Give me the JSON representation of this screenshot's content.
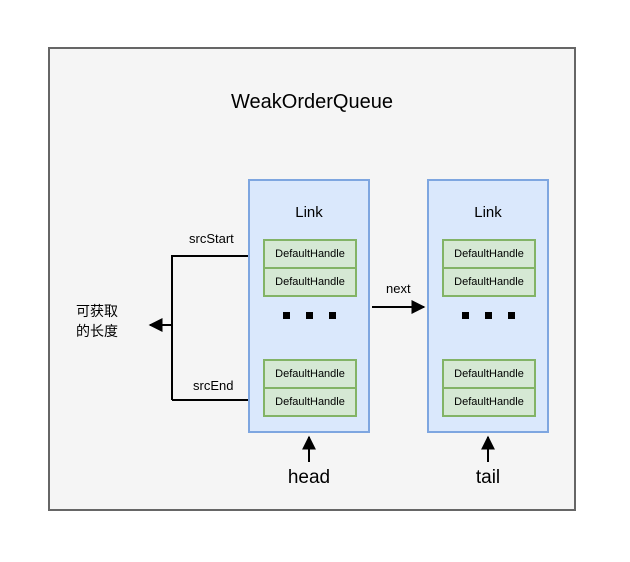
{
  "diagram": {
    "title": "WeakOrderQueue",
    "links": [
      {
        "name": "head-link",
        "title": "Link",
        "top_handles": [
          "DefaultHandle",
          "DefaultHandle"
        ],
        "ellipsis": "...",
        "bottom_handles": [
          "DefaultHandle",
          "DefaultHandle"
        ],
        "pointer_label": "head"
      },
      {
        "name": "tail-link",
        "title": "Link",
        "top_handles": [
          "DefaultHandle",
          "DefaultHandle"
        ],
        "ellipsis": "...",
        "bottom_handles": [
          "DefaultHandle",
          "DefaultHandle"
        ],
        "pointer_label": "tail"
      }
    ],
    "annotations": {
      "src_start": "srcStart",
      "src_end": "srcEnd",
      "next": "next",
      "available_length_line1": "可获取",
      "available_length_line2": "的长度"
    },
    "colors": {
      "container_fill": "#f5f5f5",
      "container_border": "#666666",
      "link_fill": "#dae8fc",
      "link_border": "#7ea6e0",
      "handle_fill": "#d5e8d4",
      "handle_border": "#82b366",
      "connector": "#000000"
    }
  }
}
